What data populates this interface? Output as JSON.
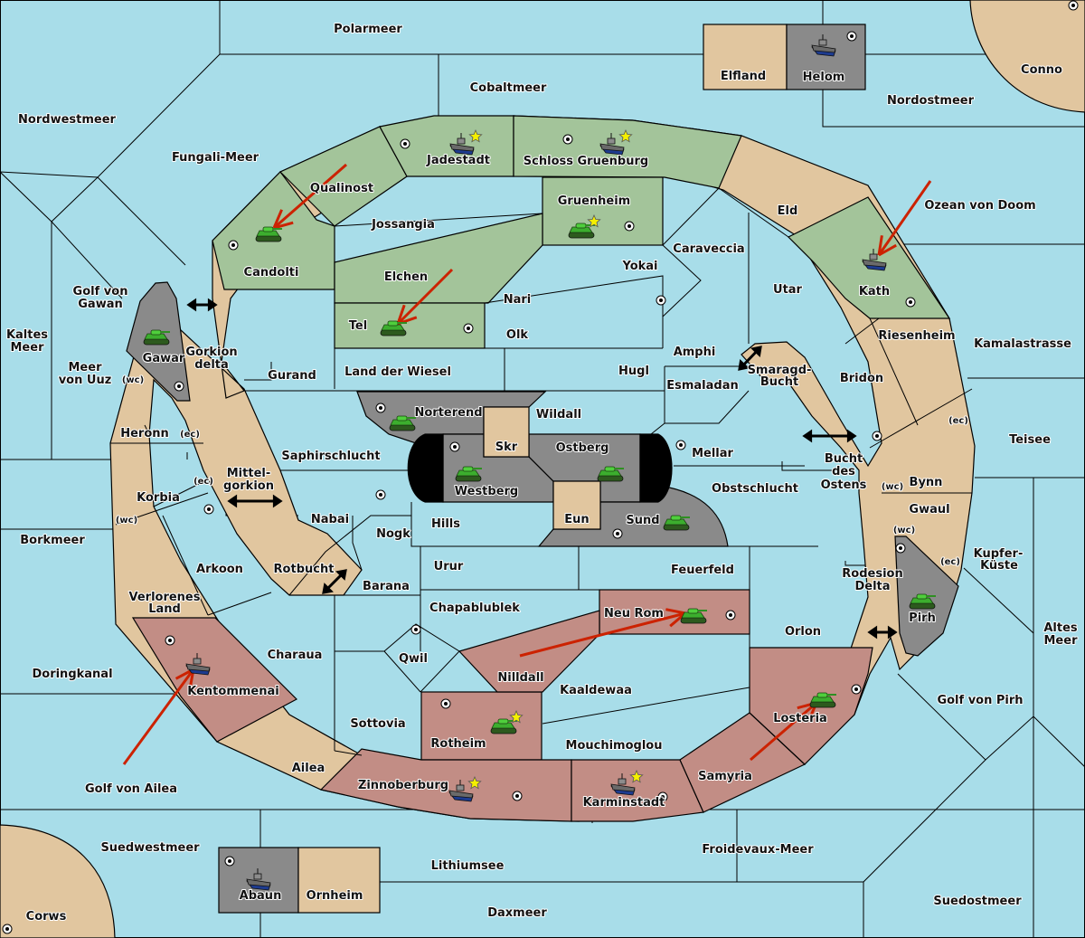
{
  "title": "Diplomacy-style map",
  "colors": {
    "sea": "#a8dde9",
    "neutral": "#e1c69f",
    "green_power": "#a3c49a",
    "red_power": "#c28d85",
    "gray_power": "#8a8a8a",
    "impassable": "#000000",
    "arrow": "#cc2200",
    "star": "#f5f000",
    "tank": "#3cae2e",
    "ship": "#6a6a6a"
  },
  "sea_regions": [
    {
      "name": "Polarmeer"
    },
    {
      "name": "Cobaltmeer"
    },
    {
      "name": "Nordwestmeer"
    },
    {
      "name": "Fungali-Meer"
    },
    {
      "name": "Nordostmeer"
    },
    {
      "name": "Ozean von Doom"
    },
    {
      "name": "Kamalastrasse"
    },
    {
      "name": "Teisee"
    },
    {
      "name": "Kupfer-Küste"
    },
    {
      "name": "Altes Meer"
    },
    {
      "name": "Golf von Pirh"
    },
    {
      "name": "Suedostmeer"
    },
    {
      "name": "Froidevaux-Meer"
    },
    {
      "name": "Daxmeer"
    },
    {
      "name": "Lithiumsee"
    },
    {
      "name": "Suedwestmeer"
    },
    {
      "name": "Golf von Ailea"
    },
    {
      "name": "Doringkanal"
    },
    {
      "name": "Borkmeer"
    },
    {
      "name": "Kaltes Meer"
    },
    {
      "name": "Meer von Uuz"
    },
    {
      "name": "Golf von Gawan"
    },
    {
      "name": "Gorkion delta"
    },
    {
      "name": "Mittel-gorkion"
    },
    {
      "name": "Rotbucht"
    },
    {
      "name": "Smaragd-Bucht"
    },
    {
      "name": "Bucht des Ostens"
    },
    {
      "name": "Rodesion Delta"
    }
  ],
  "labels": [
    {
      "id": "polarmeer",
      "text": "Polarmeer"
    },
    {
      "id": "cobaltmeer",
      "text": "Cobaltmeer"
    },
    {
      "id": "nordwestmeer",
      "text": "Nordwestmeer"
    },
    {
      "id": "fungali",
      "text": "Fungali-Meer"
    },
    {
      "id": "nordostmeer",
      "text": "Nordostmeer"
    },
    {
      "id": "ozean",
      "text": "Ozean von Doom"
    },
    {
      "id": "kamala",
      "text": "Kamalastrasse"
    },
    {
      "id": "teisee",
      "text": "Teisee"
    },
    {
      "id": "kupfer1",
      "text": "Kupfer-"
    },
    {
      "id": "kupfer2",
      "text": "Küste"
    },
    {
      "id": "altes1",
      "text": "Altes"
    },
    {
      "id": "altes2",
      "text": "Meer"
    },
    {
      "id": "golfpirh",
      "text": "Golf von Pirh"
    },
    {
      "id": "suedost",
      "text": "Suedostmeer"
    },
    {
      "id": "froidevaux",
      "text": "Froidevaux-Meer"
    },
    {
      "id": "daxmeer",
      "text": "Daxmeer"
    },
    {
      "id": "lithium",
      "text": "Lithiumsee"
    },
    {
      "id": "suedwest",
      "text": "Suedwestmeer"
    },
    {
      "id": "golfailea",
      "text": "Golf von Ailea"
    },
    {
      "id": "doring",
      "text": "Doringkanal"
    },
    {
      "id": "bork",
      "text": "Borkmeer"
    },
    {
      "id": "kaltes1",
      "text": "Kaltes"
    },
    {
      "id": "kaltes2",
      "text": "Meer"
    },
    {
      "id": "uuz1",
      "text": "Meer"
    },
    {
      "id": "uuz2",
      "text": "von Uuz"
    },
    {
      "id": "gawan1",
      "text": "Golf von"
    },
    {
      "id": "gawan2",
      "text": "Gawan"
    },
    {
      "id": "gorkion1",
      "text": "Gorkion"
    },
    {
      "id": "gorkion2",
      "text": "delta"
    },
    {
      "id": "mittel1",
      "text": "Mittel-"
    },
    {
      "id": "mittel2",
      "text": "gorkion"
    },
    {
      "id": "rotbucht",
      "text": "Rotbucht"
    },
    {
      "id": "smaragd1",
      "text": "Smaragd-"
    },
    {
      "id": "smaragd2",
      "text": "Bucht"
    },
    {
      "id": "bucht1",
      "text": "Bucht"
    },
    {
      "id": "bucht2",
      "text": "des"
    },
    {
      "id": "bucht3",
      "text": "Ostens"
    },
    {
      "id": "rodesion1",
      "text": "Rodesion"
    },
    {
      "id": "rodesion2",
      "text": "Delta"
    },
    {
      "id": "elfland",
      "text": "Elfland"
    },
    {
      "id": "helom",
      "text": "Helom"
    },
    {
      "id": "conno",
      "text": "Conno"
    },
    {
      "id": "corws",
      "text": "Corws"
    },
    {
      "id": "abaun",
      "text": "Abaun"
    },
    {
      "id": "ornheim",
      "text": "Ornheim"
    },
    {
      "id": "jadestadt",
      "text": "Jadestadt"
    },
    {
      "id": "schloss",
      "text": "Schloss Gruenburg"
    },
    {
      "id": "qualinost",
      "text": "Qualinost"
    },
    {
      "id": "candolti",
      "text": "Candolti"
    },
    {
      "id": "jossangia",
      "text": "Jossangia"
    },
    {
      "id": "gruenheim",
      "text": "Gruenheim"
    },
    {
      "id": "elchen",
      "text": "Elchen"
    },
    {
      "id": "tel",
      "text": "Tel"
    },
    {
      "id": "eld",
      "text": "Eld"
    },
    {
      "id": "caraveccia",
      "text": "Caraveccia"
    },
    {
      "id": "yokai",
      "text": "Yokai"
    },
    {
      "id": "nari",
      "text": "Nari"
    },
    {
      "id": "olk",
      "text": "Olk"
    },
    {
      "id": "utar",
      "text": "Utar"
    },
    {
      "id": "kath",
      "text": "Kath"
    },
    {
      "id": "riesenheim",
      "text": "Riesenheim"
    },
    {
      "id": "bridon",
      "text": "Bridon"
    },
    {
      "id": "amphi",
      "text": "Amphi"
    },
    {
      "id": "esmaladan",
      "text": "Esmaladan"
    },
    {
      "id": "hugl",
      "text": "Hugl"
    },
    {
      "id": "wiesel",
      "text": "Land der Wiesel"
    },
    {
      "id": "gurand",
      "text": "Gurand"
    },
    {
      "id": "gawar",
      "text": "Gawar"
    },
    {
      "id": "heronn",
      "text": "Heronn"
    },
    {
      "id": "korbia",
      "text": "Korbia"
    },
    {
      "id": "arkoon",
      "text": "Arkoon"
    },
    {
      "id": "verlorenes1",
      "text": "Verlorenes"
    },
    {
      "id": "verlorenes2",
      "text": "Land"
    },
    {
      "id": "saphir",
      "text": "Saphirschlucht"
    },
    {
      "id": "nabai",
      "text": "Nabai"
    },
    {
      "id": "norterend",
      "text": "Norterend"
    },
    {
      "id": "wildall",
      "text": "Wildall"
    },
    {
      "id": "skr",
      "text": "Skr"
    },
    {
      "id": "ostberg",
      "text": "Ostberg"
    },
    {
      "id": "westberg",
      "text": "Westberg"
    },
    {
      "id": "eun",
      "text": "Eun"
    },
    {
      "id": "sund",
      "text": "Sund"
    },
    {
      "id": "mellar",
      "text": "Mellar"
    },
    {
      "id": "obst",
      "text": "Obstschlucht"
    },
    {
      "id": "hills",
      "text": "Hills"
    },
    {
      "id": "nogk",
      "text": "Nogk"
    },
    {
      "id": "barana",
      "text": "Barana"
    },
    {
      "id": "urur",
      "text": "Urur"
    },
    {
      "id": "feuerfeld",
      "text": "Feuerfeld"
    },
    {
      "id": "chapa",
      "text": "Chapablublek"
    },
    {
      "id": "neurom",
      "text": "Neu Rom"
    },
    {
      "id": "qwil",
      "text": "Qwil"
    },
    {
      "id": "nilldall",
      "text": "Nilldall"
    },
    {
      "id": "kaaldewaa",
      "text": "Kaaldewaa"
    },
    {
      "id": "sottovia",
      "text": "Sottovia"
    },
    {
      "id": "charaua",
      "text": "Charaua"
    },
    {
      "id": "kentommenai",
      "text": "Kentommenai"
    },
    {
      "id": "ailea",
      "text": "Ailea"
    },
    {
      "id": "rotheim",
      "text": "Rotheim"
    },
    {
      "id": "mouchi",
      "text": "Mouchimoglou"
    },
    {
      "id": "zinnoberburg",
      "text": "Zinnoberburg"
    },
    {
      "id": "karminstadt",
      "text": "Karminstadt"
    },
    {
      "id": "samyria",
      "text": "Samyria"
    },
    {
      "id": "losteria",
      "text": "Losteria"
    },
    {
      "id": "orlon",
      "text": "Orlon"
    },
    {
      "id": "pirh",
      "text": "Pirh"
    },
    {
      "id": "bynn",
      "text": "Bynn"
    },
    {
      "id": "gwaul",
      "text": "Gwaul"
    }
  ],
  "coast_marks": [
    {
      "id": "c1",
      "text": "(wc)"
    },
    {
      "id": "c2",
      "text": "(ec)"
    },
    {
      "id": "c3",
      "text": "(ec)"
    },
    {
      "id": "c4",
      "text": "(wc)"
    },
    {
      "id": "c5",
      "text": "(ec)"
    },
    {
      "id": "c6",
      "text": "(wc)"
    },
    {
      "id": "c7",
      "text": "(wc)"
    },
    {
      "id": "c8",
      "text": "(ec)"
    }
  ],
  "units": [
    {
      "type": "fleet",
      "province": "Helom"
    },
    {
      "type": "fleet",
      "province": "Jadestadt",
      "home_star": true
    },
    {
      "type": "fleet",
      "province": "Schloss Gruenburg",
      "home_star": true
    },
    {
      "type": "army",
      "province": "Gruenheim",
      "home_star": true
    },
    {
      "type": "army",
      "province": "Candolti"
    },
    {
      "type": "army",
      "province": "Tel"
    },
    {
      "type": "fleet",
      "province": "Kath"
    },
    {
      "type": "army",
      "province": "Gawar"
    },
    {
      "type": "army",
      "province": "Norterend"
    },
    {
      "type": "army",
      "province": "Westberg"
    },
    {
      "type": "army",
      "province": "Ostberg"
    },
    {
      "type": "army",
      "province": "Sund"
    },
    {
      "type": "army",
      "province": "Neu Rom"
    },
    {
      "type": "army",
      "province": "Pirh"
    },
    {
      "type": "army",
      "province": "Losteria"
    },
    {
      "type": "army",
      "province": "Rotheim",
      "home_star": true
    },
    {
      "type": "fleet",
      "province": "Zinnoberburg",
      "home_star": true
    },
    {
      "type": "fleet",
      "province": "Karminstadt",
      "home_star": true
    },
    {
      "type": "fleet",
      "province": "Kentommenai"
    },
    {
      "type": "fleet",
      "province": "Abaun"
    }
  ],
  "orders": [
    {
      "from": "Qualinost",
      "to": "Candolti"
    },
    {
      "from": "Elchen",
      "to": "Tel"
    },
    {
      "from": "Ozean von Doom",
      "to": "Kath"
    },
    {
      "from": "Nilldall",
      "to": "Neu Rom"
    },
    {
      "from": "Golf von Ailea",
      "to": "Kentommenai"
    },
    {
      "from": "Samyria",
      "to": "Losteria"
    }
  ]
}
